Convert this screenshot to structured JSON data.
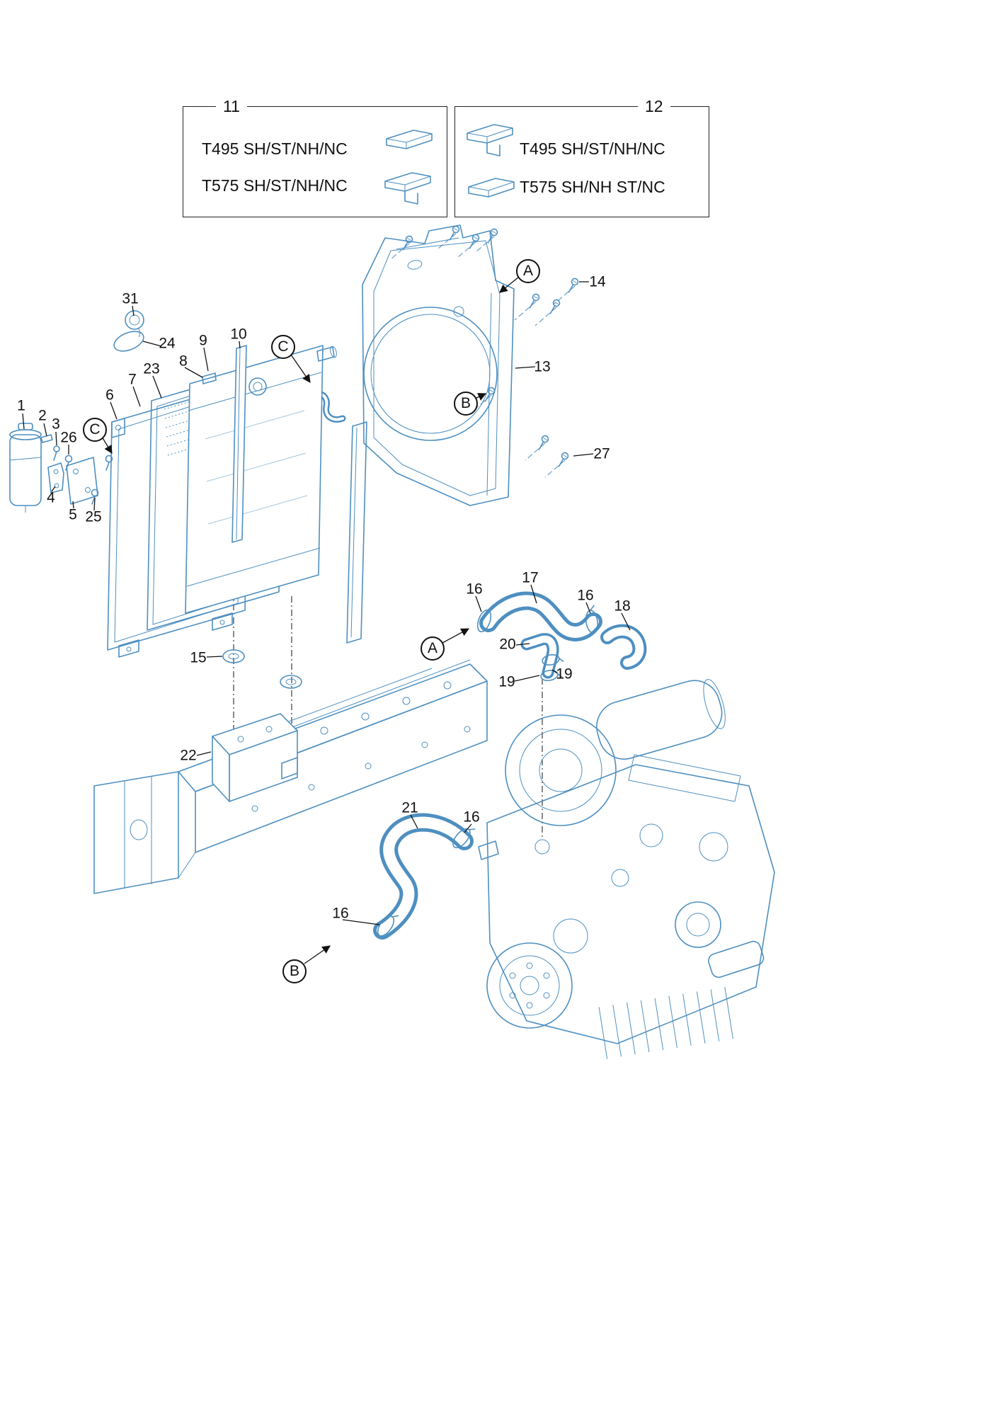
{
  "colors": {
    "background": "#ffffff",
    "line_art": "#4e8fc0",
    "ink": "#111111"
  },
  "variant_boxes": [
    {
      "label": "11",
      "rows": [
        "T495 SH/ST/NH/NC",
        "T575 SH/ST/NH/NC"
      ]
    },
    {
      "label": "12",
      "rows": [
        "T495 SH/ST/NH/NC",
        "T575 SH/NH ST/NC"
      ]
    }
  ],
  "callouts": [
    {
      "label": "1"
    },
    {
      "label": "2"
    },
    {
      "label": "3"
    },
    {
      "label": "4"
    },
    {
      "label": "5"
    },
    {
      "label": "6"
    },
    {
      "label": "7"
    },
    {
      "label": "8"
    },
    {
      "label": "9"
    },
    {
      "label": "10"
    },
    {
      "label": "13"
    },
    {
      "label": "14"
    },
    {
      "label": "15"
    },
    {
      "label": "16"
    },
    {
      "label": "16"
    },
    {
      "label": "16"
    },
    {
      "label": "16"
    },
    {
      "label": "17"
    },
    {
      "label": "18"
    },
    {
      "label": "19"
    },
    {
      "label": "19"
    },
    {
      "label": "20"
    },
    {
      "label": "21"
    },
    {
      "label": "22"
    },
    {
      "label": "23"
    },
    {
      "label": "24"
    },
    {
      "label": "25"
    },
    {
      "label": "26"
    },
    {
      "label": "27"
    },
    {
      "label": "31"
    }
  ],
  "section_markers": [
    {
      "label": "A"
    },
    {
      "label": "A"
    },
    {
      "label": "B"
    },
    {
      "label": "B"
    },
    {
      "label": "C"
    },
    {
      "label": "C"
    }
  ]
}
